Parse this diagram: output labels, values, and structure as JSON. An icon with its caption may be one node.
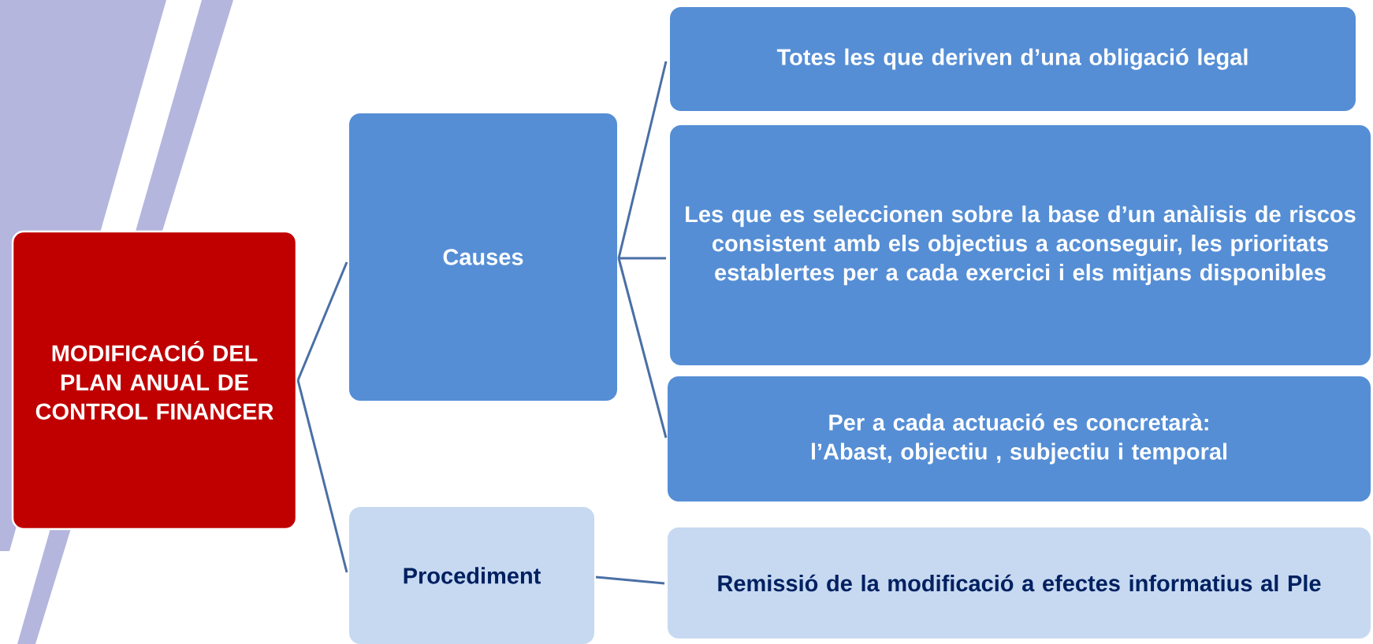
{
  "diagram": {
    "nodes": [
      {
        "text": [
          "MODIFICACIÓ DEL PLAN ANUAL DE CONTROL FINANCER"
        ]
      },
      {
        "text": [
          "Causes"
        ]
      },
      {
        "text": [
          "Procediment"
        ]
      },
      {
        "text": [
          "Totes les que deriven d’una obligació legal"
        ]
      },
      {
        "text": [
          "Les que es seleccionen sobre la base d’un anàlisis de riscos consistent amb els objectius a aconseguir, les prioritats establertes  per a cada exercici  i els  mitjans disponibles"
        ]
      },
      {
        "text": [
          "Per a cada actuació es concretarà: l’Abast, objectiu , subjectiu i temporal"
        ]
      },
      {
        "text": [
          "Remissió de la modificació a efectes informatius al Ple"
        ]
      }
    ],
    "edges": [
      {
        "from": 0,
        "to": 1,
        "arrow": "none"
      },
      {
        "from": 0,
        "to": 2,
        "arrow": "none"
      },
      {
        "from": 1,
        "to": 3,
        "arrow": "none"
      },
      {
        "from": 1,
        "to": 4,
        "arrow": "none"
      },
      {
        "from": 1,
        "to": 5,
        "arrow": "none"
      },
      {
        "from": 2,
        "to": 6,
        "arrow": "none"
      }
    ]
  }
}
